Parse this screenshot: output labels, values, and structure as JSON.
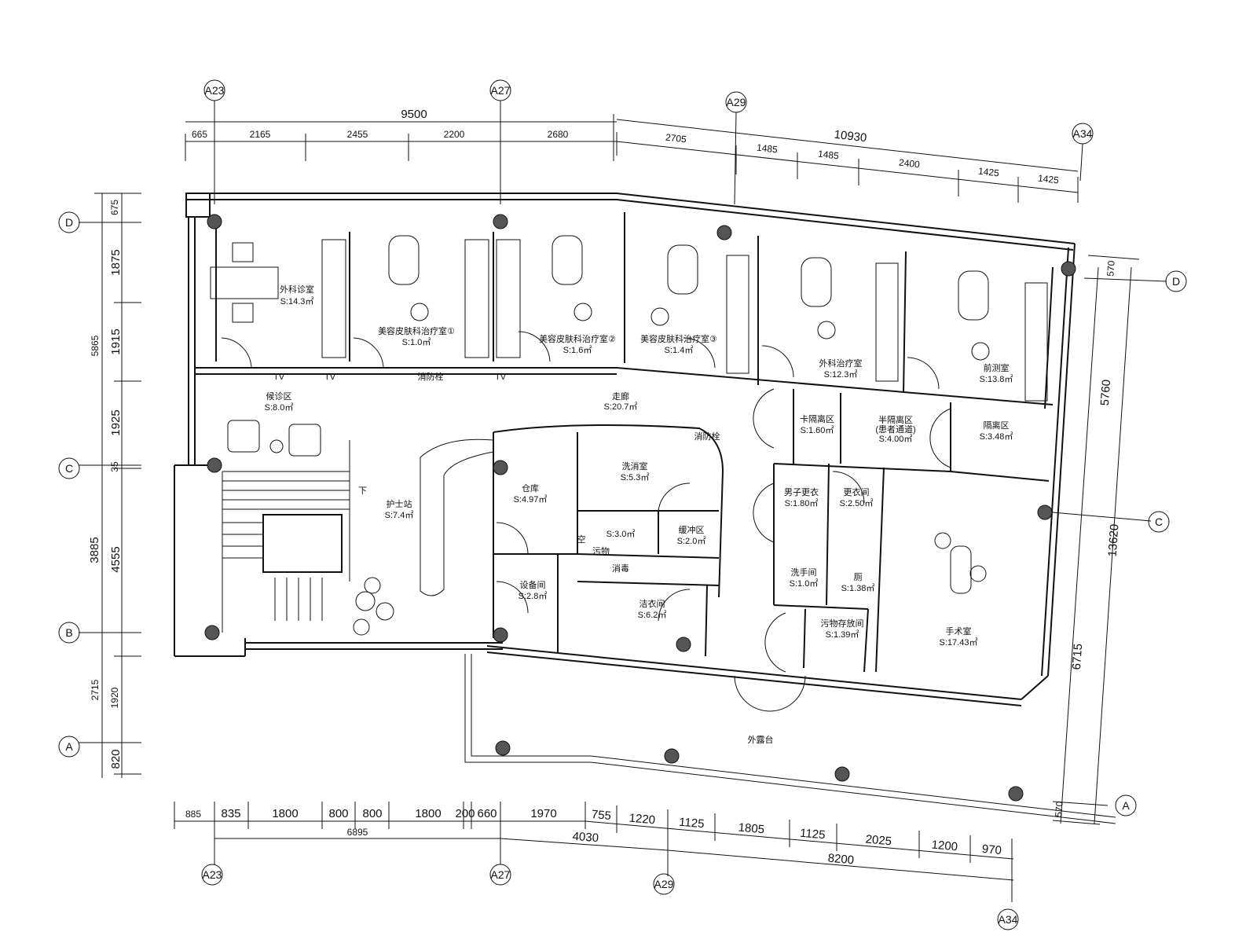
{
  "grid_axes": {
    "top": [
      "A23",
      "A27",
      "A29",
      "A34"
    ],
    "bottom": [
      "A23",
      "A27",
      "A29",
      "A34"
    ],
    "left": [
      "D",
      "C",
      "B",
      "A"
    ],
    "right": [
      "D",
      "C",
      "A"
    ]
  },
  "dimensions": {
    "top_total_left": "9500",
    "top_total_right": "10930",
    "top_segments_left": [
      "665",
      "2165",
      "2455",
      "2200",
      "2680"
    ],
    "top_segments_right": [
      "2705",
      "1485",
      "1485",
      "2400",
      "1425",
      "1425"
    ],
    "left_outer": [
      "675",
      "1875",
      "1915",
      "1925",
      "35",
      "4555",
      "1920",
      "820"
    ],
    "left_inner": [
      "5865",
      "3885",
      "2715"
    ],
    "right_outer": [
      "570",
      "5760",
      "6715",
      "570"
    ],
    "right_inner": [
      "13620"
    ],
    "bottom_segments": [
      "885",
      "835",
      "1800",
      "800",
      "800",
      "1800",
      "200",
      "660",
      "1970",
      "755",
      "1220",
      "1125",
      "1805",
      "1125",
      "2025",
      "1200",
      "970"
    ],
    "bottom_totals": [
      "6895",
      "4030",
      "8200"
    ]
  },
  "rooms": {
    "r1_name": "外科诊室",
    "r1_area": "S:14.3㎡",
    "r2_name": "美容皮肤科治疗室①",
    "r2_area": "S:1.0㎡",
    "r3_name": "美容皮肤科治疗室②",
    "r3_area": "S:1.6㎡",
    "r4_name": "美容皮肤科治疗室③",
    "r4_area": "S:1.4㎡",
    "r5_name": "外科治疗室",
    "r5_area": "S:12.3㎡",
    "r6_name": "前测室",
    "r6_area": "S:13.8㎡",
    "r7_name": "候诊区",
    "r7_area": "S:8.0㎡",
    "r8_name": "走廊",
    "r8_area": "S:20.7㎡",
    "r9_name": "卡隔离区",
    "r9_area": "S:1.60㎡",
    "r10_name": "半隔离区\n(患者通道)",
    "r10_area": "S:4.00㎡",
    "r11_name": "隔离区",
    "r11_area": "S:3.48㎡",
    "r12_name": "护士站",
    "r12_area": "S:7.4㎡",
    "r13_name": "仓库",
    "r13_area": "S:4.97㎡",
    "r14_name": "洗消室",
    "r14_area": "S:5.3㎡",
    "r15_area": "S:3.0㎡",
    "r16_name": "缓冲区",
    "r16_area": "S:2.0㎡",
    "r17_name": "消毒",
    "r18_name": "设备间",
    "r18_area": "S:2.8㎡",
    "r19_name": "洁衣间",
    "r19_area": "S:6.2㎡",
    "r20_name": "男子更衣",
    "r20_area": "S:1.80㎡",
    "r21_name": "更衣间",
    "r21_area": "S:2.50㎡",
    "r22_name": "洗手间",
    "r22_area": "S:1.0㎡",
    "r23_name": "厕",
    "r23_area": "S:1.38㎡",
    "r24_name": "污物存放间",
    "r24_area": "S:1.39㎡",
    "r25_name": "手术室",
    "r25_area": "S:17.43㎡",
    "r26_name": "外露台",
    "r27_name": "消防栓",
    "r28_name": "消防栓",
    "r29_name": "下"
  },
  "labels": {
    "tv": "TV",
    "kong": "空",
    "pu": "污物"
  }
}
